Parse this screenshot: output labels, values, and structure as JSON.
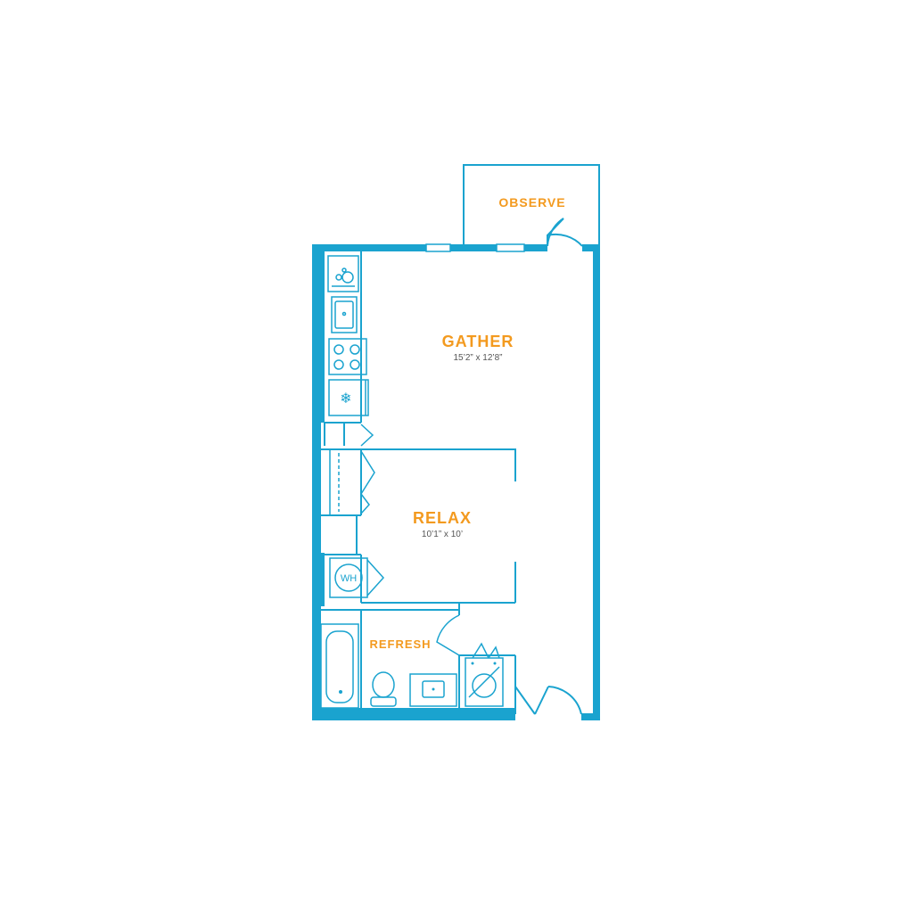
{
  "colors": {
    "walls": "#1aa3cf",
    "labels": "#f39a1f",
    "dimensions": "#555555"
  },
  "rooms": {
    "observe": {
      "name": "OBSERVE"
    },
    "gather": {
      "name": "GATHER",
      "dimensions": "15’2” x 12’8”"
    },
    "relax": {
      "name": "RELAX",
      "dimensions": "10’1” x 10’"
    },
    "refresh": {
      "name": "REFRESH"
    }
  },
  "fixtures": {
    "water_heater": "WH"
  },
  "icons": [
    "dishwasher-icon",
    "sink-icon",
    "cooktop-icon",
    "refrigerator-icon",
    "water-heater-icon",
    "bathtub-icon",
    "toilet-icon",
    "vanity-sink-icon",
    "washer-dryer-icon",
    "door-swing-icon"
  ]
}
